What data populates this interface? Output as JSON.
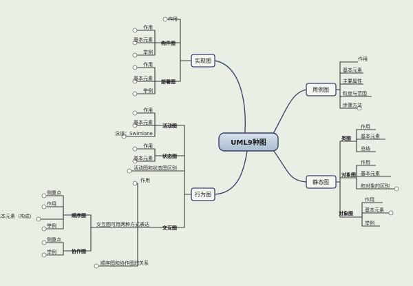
{
  "center": {
    "label": "UML9种图"
  },
  "impl": {
    "label": "实现图",
    "component": {
      "label": "构件图",
      "items": [
        "作用",
        "基本元素",
        "举例"
      ]
    },
    "deploy": {
      "label": "部署图",
      "items": [
        "作用",
        "基本元素",
        "举例"
      ]
    },
    "top_item": "作用"
  },
  "behavior": {
    "label": "行为图",
    "activity": {
      "label": "活动图",
      "items": [
        "作用",
        "基本元素",
        "泳道：Swimlane"
      ]
    },
    "state": {
      "label": "状态图",
      "items": [
        "作用",
        "基本元素"
      ]
    },
    "diff": "活动图和状态图区别",
    "interaction": {
      "label": "交互图",
      "top": "作用",
      "desc": "交互图可用两种方式表达",
      "relation": "顺序图和协作图的关系",
      "sequence": {
        "label": "顺序图",
        "items": [
          "侧重点",
          "作用",
          "基本元素（构成）",
          "举例"
        ]
      },
      "collab": {
        "label": "协作图",
        "items": [
          "侧重点",
          "举例"
        ]
      }
    }
  },
  "usecase": {
    "label": "用例图",
    "items": [
      "作用",
      "基本元素",
      "主要属性",
      "粒度与范围",
      "步骤方法"
    ]
  },
  "static": {
    "label": "静态图",
    "class": {
      "label": "类图",
      "items": [
        "作用",
        "基本元素",
        "总结"
      ]
    },
    "object": {
      "label": "对象图",
      "items": [
        "作用",
        "基本元素",
        "和对象的区别"
      ]
    },
    "package": {
      "label": "对象图",
      "items": [
        "作用",
        "基本元素",
        "举例"
      ]
    }
  },
  "colors": {
    "bg": "#eaefe6",
    "box_border": "#3b3f66",
    "center_fill": "#b9cad8"
  }
}
